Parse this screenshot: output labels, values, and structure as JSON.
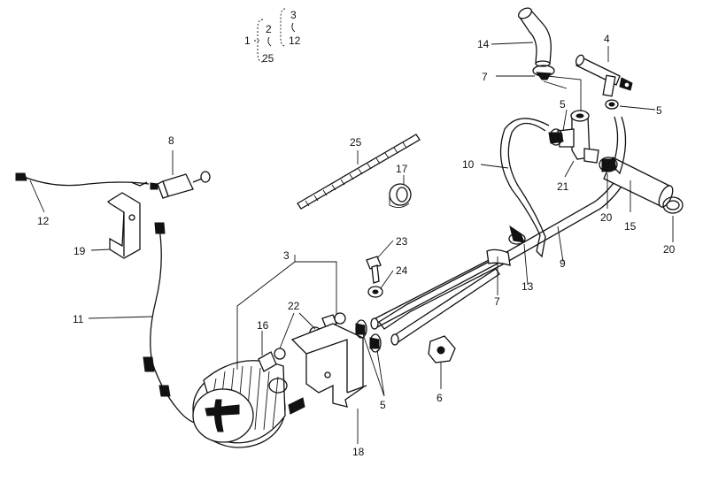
{
  "group_legend": {
    "root": "1",
    "left_group": [
      "2",
      "25"
    ],
    "right_group": [
      "3",
      "12"
    ]
  },
  "callouts": [
    {
      "id": "c1",
      "text": "14"
    },
    {
      "id": "c2",
      "text": "4"
    },
    {
      "id": "c3",
      "text": "7"
    },
    {
      "id": "c4",
      "text": "5"
    },
    {
      "id": "c5",
      "text": "5"
    },
    {
      "id": "c6",
      "text": "8"
    },
    {
      "id": "c7",
      "text": "25"
    },
    {
      "id": "c8",
      "text": "10"
    },
    {
      "id": "c9",
      "text": "21"
    },
    {
      "id": "c10",
      "text": "17"
    },
    {
      "id": "c11",
      "text": "20"
    },
    {
      "id": "c12",
      "text": "15"
    },
    {
      "id": "c13",
      "text": "20"
    },
    {
      "id": "c14",
      "text": "12"
    },
    {
      "id": "c15",
      "text": "19"
    },
    {
      "id": "c16",
      "text": "23"
    },
    {
      "id": "c17",
      "text": "3"
    },
    {
      "id": "c18",
      "text": "24"
    },
    {
      "id": "c19",
      "text": "13"
    },
    {
      "id": "c20",
      "text": "9"
    },
    {
      "id": "c21",
      "text": "7"
    },
    {
      "id": "c22",
      "text": "11"
    },
    {
      "id": "c23",
      "text": "22"
    },
    {
      "id": "c24",
      "text": "16"
    },
    {
      "id": "c25",
      "text": "6"
    },
    {
      "id": "c26",
      "text": "5"
    },
    {
      "id": "c27",
      "text": "18"
    }
  ]
}
